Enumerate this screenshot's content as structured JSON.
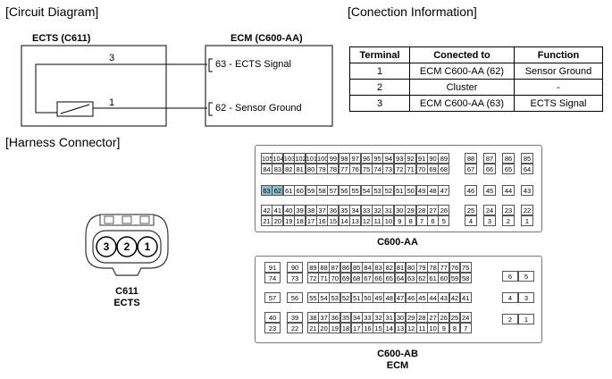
{
  "headers": {
    "circuit": "[Circuit Diagram]",
    "connection": "[Conection Information]",
    "harness": "[Harness Connector]"
  },
  "circuit": {
    "ects_title": "ECTS (C611)",
    "ecm_title": "ECM (C600-AA)",
    "pin_3": "3",
    "pin_1": "1",
    "ecm_pin_63": "63 - ECTS Signal",
    "ecm_pin_62": "62 - Sensor Ground"
  },
  "conn_table": {
    "headers": [
      "Terminal",
      "Conected to",
      "Function"
    ],
    "rows": [
      [
        "1",
        "ECM C600-AA (62)",
        "Sensor Ground"
      ],
      [
        "2",
        "Cluster",
        "-"
      ],
      [
        "3",
        "ECM C600-AA (63)",
        "ECTS Signal"
      ]
    ]
  },
  "ects_connector": {
    "pins": [
      "3",
      "2",
      "1"
    ],
    "label_1": "C611",
    "label_2": "ECTS"
  },
  "c600aa": {
    "label": "C600-AA",
    "main_rows": [
      [
        "105",
        "104",
        "103",
        "102",
        "101",
        "100",
        "99",
        "98",
        "97",
        "96",
        "95",
        "94",
        "93",
        "92",
        "91",
        "90",
        "89"
      ],
      [
        "84",
        "83",
        "82",
        "81",
        "80",
        "79",
        "78",
        "77",
        "76",
        "75",
        "74",
        "73",
        "72",
        "71",
        "70",
        "69",
        "68"
      ],
      [
        "63",
        "62",
        "61",
        "60",
        "59",
        "58",
        "57",
        "56",
        "55",
        "54",
        "53",
        "52",
        "51",
        "50",
        "49",
        "48",
        "47"
      ],
      [
        "42",
        "41",
        "40",
        "39",
        "38",
        "37",
        "36",
        "35",
        "34",
        "33",
        "32",
        "31",
        "30",
        "29",
        "28",
        "27",
        "26"
      ],
      [
        "21",
        "20",
        "19",
        "18",
        "17",
        "16",
        "15",
        "14",
        "13",
        "12",
        "11",
        "10",
        "9",
        "8",
        "7",
        "6",
        "5"
      ]
    ],
    "side_cols": [
      [
        "88",
        "67",
        "46",
        "25",
        "4"
      ],
      [
        "87",
        "66",
        "45",
        "24",
        "3"
      ],
      [
        "86",
        "65",
        "44",
        "23",
        "2"
      ],
      [
        "85",
        "64",
        "43",
        "22",
        "1"
      ]
    ],
    "highlight": [
      "63",
      "62"
    ]
  },
  "c600ab": {
    "label_1": "C600-AB",
    "label_2": "ECM",
    "col_a": [
      [
        "91",
        "74"
      ],
      [
        "57"
      ],
      [
        "40",
        "23"
      ]
    ],
    "col_b": [
      [
        "90",
        "73"
      ],
      [
        "56"
      ],
      [
        "39",
        "22"
      ]
    ],
    "main": [
      [
        [
          "89",
          "88",
          "87",
          "86",
          "85",
          "84",
          "83",
          "82",
          "81",
          "80",
          "79",
          "78",
          "77",
          "76",
          "75"
        ],
        [
          "72",
          "71",
          "70",
          "69",
          "68",
          "67",
          "66",
          "65",
          "64",
          "63",
          "62",
          "61",
          "60",
          "59",
          "58"
        ]
      ],
      [
        [
          "55",
          "54",
          "53",
          "52",
          "51",
          "50",
          "49",
          "48",
          "47",
          "46",
          "45",
          "44",
          "43",
          "42",
          "41"
        ]
      ],
      [
        [
          "38",
          "37",
          "36",
          "35",
          "34",
          "33",
          "32",
          "31",
          "30",
          "29",
          "28",
          "27",
          "26",
          "25",
          "24"
        ],
        [
          "21",
          "20",
          "19",
          "18",
          "17",
          "16",
          "15",
          "14",
          "13",
          "12",
          "11",
          "10",
          "9",
          "8",
          "7"
        ]
      ]
    ],
    "right": [
      [
        "6",
        "5"
      ],
      [
        "4",
        "3"
      ],
      [
        "2",
        "1"
      ]
    ]
  }
}
